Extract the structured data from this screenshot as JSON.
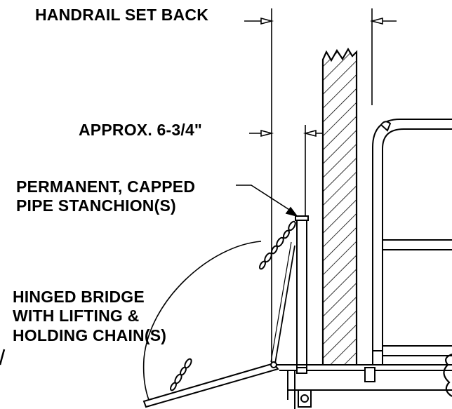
{
  "labels": {
    "handrail_setback": "HANDRAIL SET BACK",
    "approx": "APPROX. 6-3/4\"",
    "stanchion_line1": "PERMANENT, CAPPED",
    "stanchion_line2": "PIPE STANCHION(S)",
    "bridge_line1": "HINGED BRIDGE",
    "bridge_line2": "WITH LIFTING &",
    "bridge_line3": "HOLDING CHAIN(S)"
  },
  "colors": {
    "line": "#000000",
    "background": "#ffffff"
  }
}
